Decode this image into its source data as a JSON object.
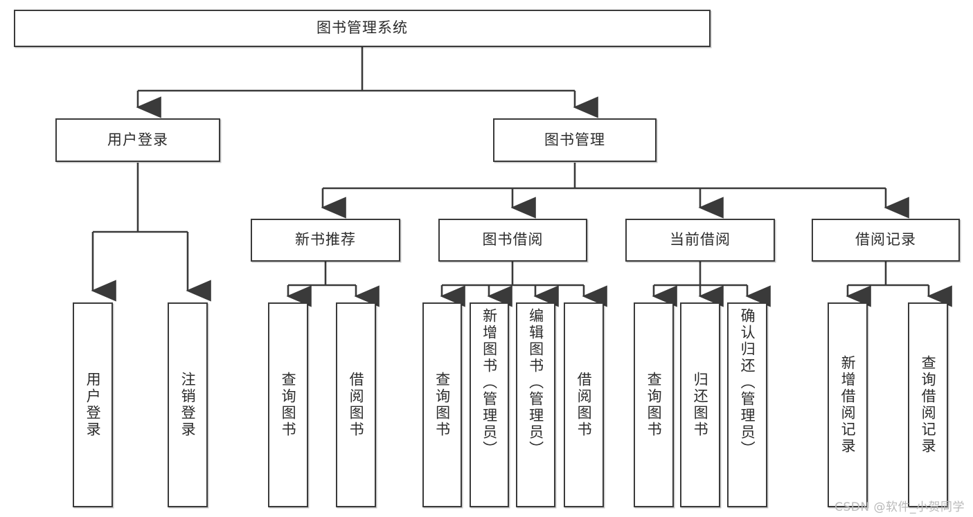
{
  "diagram": {
    "title": "图书管理系统",
    "watermark": "CSDN @软件_小贺同学",
    "nodes": {
      "root": "图书管理系统",
      "user_login": "用户登录",
      "book_manage": "图书管理",
      "new_book_rec": "新书推荐",
      "book_borrow": "图书借阅",
      "current_borrow": "当前借阅",
      "borrow_record": "借阅记录",
      "leaf_user_login": "用户登录",
      "leaf_logout": "注销登录",
      "leaf_query_book_1": "查询图书",
      "leaf_borrow_book_1": "借阅图书",
      "leaf_query_book_2": "查询图书",
      "leaf_add_book": "新增图书（管理员）",
      "leaf_edit_book": "编辑图书（管理员）",
      "leaf_borrow_book_2": "借阅图书",
      "leaf_query_book_3": "查询图书",
      "leaf_return_book": "归还图书",
      "leaf_confirm_return": "确认归还（管理员）",
      "leaf_add_record": "新增借阅记录",
      "leaf_query_record": "查询借阅记录"
    }
  }
}
